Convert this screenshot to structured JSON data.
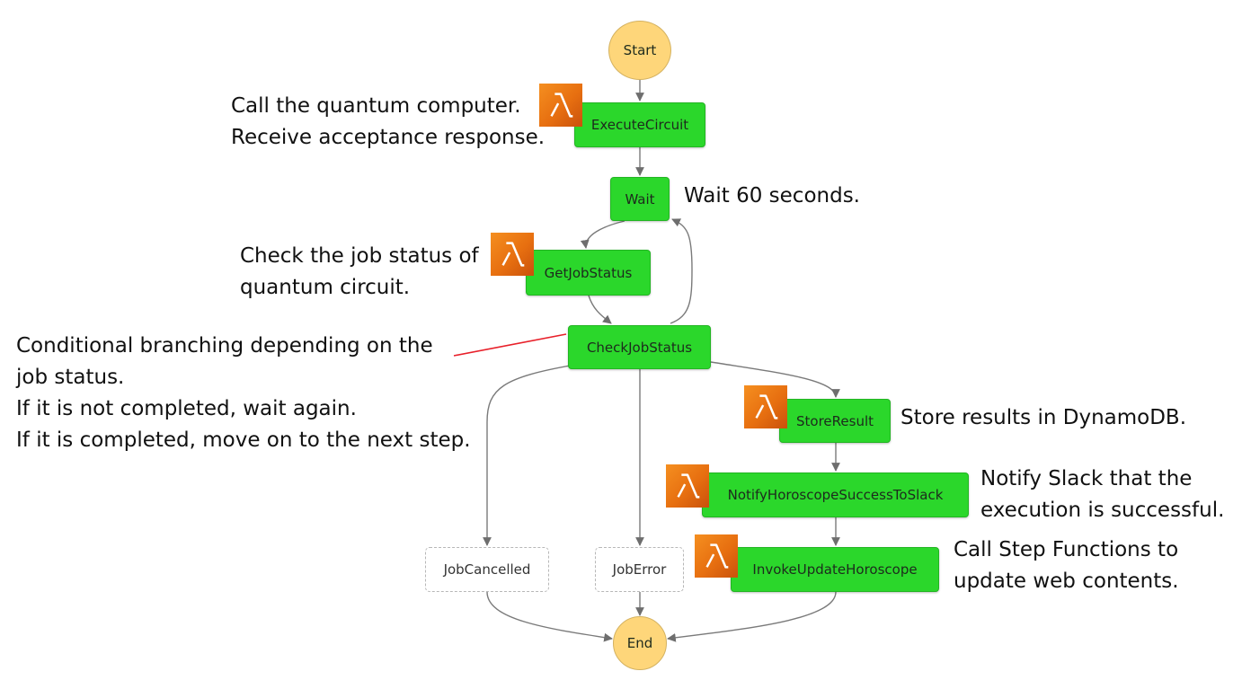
{
  "states": {
    "start": "Start",
    "execute_circuit": "ExecuteCircuit",
    "wait": "Wait",
    "get_job_status": "GetJobStatus",
    "check_job_status": "CheckJobStatus",
    "store_result": "StoreResult",
    "notify": "NotifyHoroscopeSuccessToSlack",
    "invoke_update": "InvokeUpdateHoroscope",
    "job_cancelled": "JobCancelled",
    "job_error": "JobError",
    "end": "End"
  },
  "annotations": {
    "execute": [
      "Call the quantum computer.",
      "Receive acceptance response."
    ],
    "wait": [
      "Wait 60 seconds."
    ],
    "get_status": [
      "Check the job status of",
      "quantum circuit."
    ],
    "check_status": [
      "Conditional branching depending on the",
      "job status.",
      "If it is not completed, wait again.",
      "If it is completed, move on to the next step."
    ],
    "store": [
      "Store results in DynamoDB."
    ],
    "notify": [
      "Notify Slack that the",
      "execution is successful."
    ],
    "invoke": [
      "Call Step Functions to",
      "update web contents."
    ]
  },
  "icons": {
    "lambda": "aws-lambda-icon",
    "lambda_glyph": "λ"
  },
  "colors": {
    "task_fill": "#2bd72b",
    "terminal_fill": "#fed67a",
    "lambda_orange": "#e9761a",
    "edge": "#7a7a7a",
    "callout_line": "#e8202a"
  }
}
